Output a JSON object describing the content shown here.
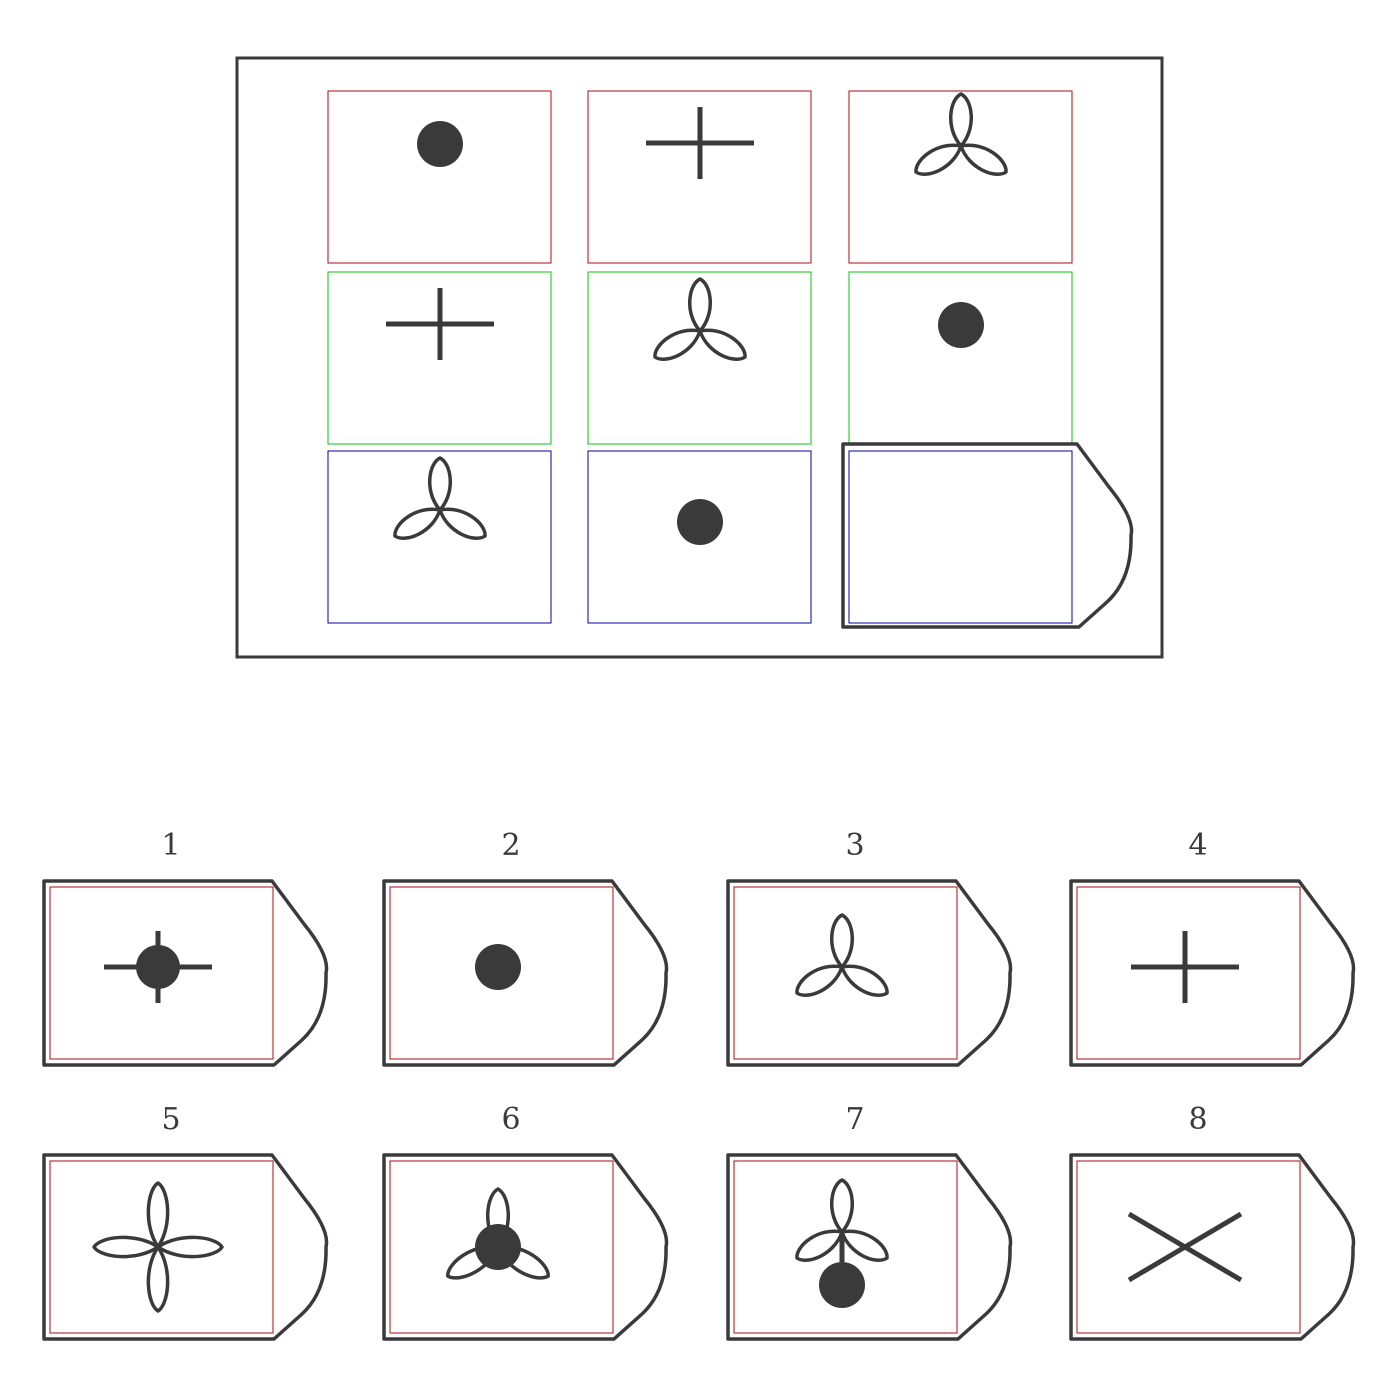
{
  "colors": {
    "ink": "#3a3a3a",
    "row1_border": "#b22222",
    "row2_border": "#22c822",
    "row3_border": "#1a1aa8",
    "option_border": "#b22222"
  },
  "matrix": {
    "rows": [
      {
        "border": "row1_border",
        "cells": [
          "dot-icon",
          "plus-icon",
          "trefoil-icon"
        ]
      },
      {
        "border": "row2_border",
        "cells": [
          "plus-icon",
          "trefoil-icon",
          "dot-icon"
        ]
      },
      {
        "border": "row3_border",
        "cells": [
          "trefoil-icon",
          "dot-icon",
          "empty"
        ]
      }
    ]
  },
  "options": [
    {
      "label": "1",
      "icon": "plus-with-dot-icon"
    },
    {
      "label": "2",
      "icon": "dot-icon"
    },
    {
      "label": "3",
      "icon": "trefoil-icon"
    },
    {
      "label": "4",
      "icon": "plus-icon"
    },
    {
      "label": "5",
      "icon": "quatrefoil-icon"
    },
    {
      "label": "6",
      "icon": "trefoil-with-center-dot-icon"
    },
    {
      "label": "7",
      "icon": "trefoil-with-bottom-dot-icon"
    },
    {
      "label": "8",
      "icon": "x-cross-icon"
    }
  ]
}
